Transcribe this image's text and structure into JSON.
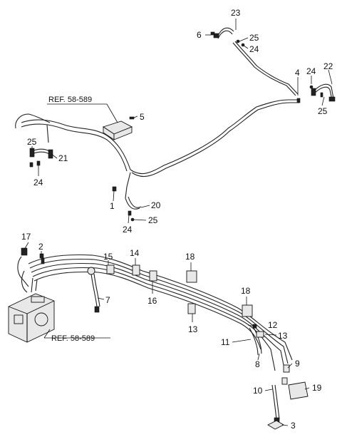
{
  "callouts": {
    "c23": "23",
    "c6": "6",
    "c25a": "25",
    "c24a": "24",
    "c4": "4",
    "c24b": "24",
    "c22": "22",
    "c25b": "25",
    "ref_top": "REF. 58-589",
    "c5": "5",
    "c25c": "25",
    "c21": "21",
    "c24c": "24",
    "c1": "1",
    "c20": "20",
    "c24d": "24",
    "c25d": "25",
    "c17": "17",
    "c2": "2",
    "c15": "15",
    "c14": "14",
    "c18a": "18",
    "c7": "7",
    "c16": "16",
    "c18b": "18",
    "c13a": "13",
    "c12": "12",
    "c13b": "13",
    "c11": "11",
    "ref_bottom": "REF. 58-589",
    "c8": "8",
    "c9": "9",
    "c10": "10",
    "c19": "19",
    "c3": "3"
  },
  "icons": [
    "abs-module-icon",
    "bracket-icon",
    "clip-icon",
    "bolt-icon",
    "hose-icon"
  ]
}
